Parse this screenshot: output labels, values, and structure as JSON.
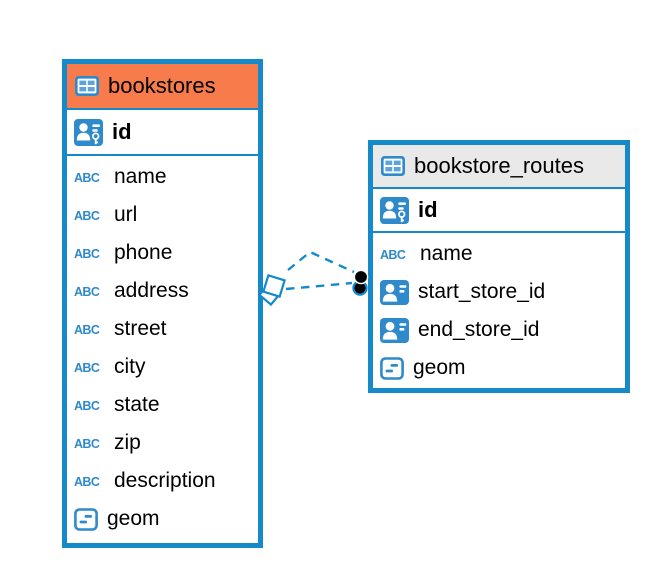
{
  "diagram": {
    "colors": {
      "table_border": "#1689CB",
      "relationship_line": "#1689CB",
      "bookstores_header_bg": "#F87C4B",
      "routes_header_bg": "#E9E9E9",
      "icon_blue": "#2E8ACB",
      "icon_cell_blue": "#5EA4DC",
      "endpoint_dot": "#000000",
      "text": "#000000"
    },
    "tables": [
      {
        "name": "bookstores",
        "icon": "table-icon",
        "header_style": "highlighted-orange",
        "primary_key": {
          "name": "id",
          "icon": "primary-key-icon"
        },
        "columns": [
          {
            "name": "name",
            "icon": "text-type-icon"
          },
          {
            "name": "url",
            "icon": "text-type-icon"
          },
          {
            "name": "phone",
            "icon": "text-type-icon"
          },
          {
            "name": "address",
            "icon": "text-type-icon"
          },
          {
            "name": "street",
            "icon": "text-type-icon"
          },
          {
            "name": "city",
            "icon": "text-type-icon"
          },
          {
            "name": "state",
            "icon": "text-type-icon"
          },
          {
            "name": "zip",
            "icon": "text-type-icon"
          },
          {
            "name": "description",
            "icon": "text-type-icon"
          },
          {
            "name": "geom",
            "icon": "geometry-type-icon"
          }
        ]
      },
      {
        "name": "bookstore_routes",
        "icon": "table-icon",
        "header_style": "default-gray",
        "primary_key": {
          "name": "id",
          "icon": "primary-key-icon"
        },
        "columns": [
          {
            "name": "name",
            "icon": "text-type-icon"
          },
          {
            "name": "start_store_id",
            "icon": "reference-type-icon"
          },
          {
            "name": "end_store_id",
            "icon": "reference-type-icon"
          },
          {
            "name": "geom",
            "icon": "geometry-type-icon"
          }
        ]
      }
    ],
    "relationship": {
      "style": "dashed",
      "source_marker": "diamond",
      "target_marker": "dot"
    }
  }
}
